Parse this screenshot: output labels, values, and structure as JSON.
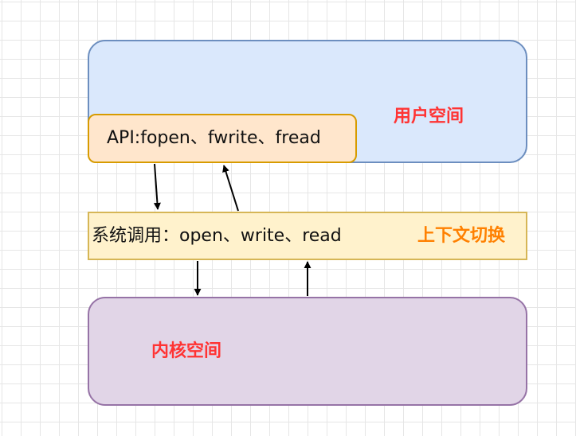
{
  "user_space": {
    "label": "用户空间"
  },
  "api": {
    "label": "API:fopen、fwrite、fread"
  },
  "syscall": {
    "label": "系统调用：open、write、read",
    "context_switch_label": "上下文切换"
  },
  "kernel_space": {
    "label": "内核空间"
  },
  "colors": {
    "user_space_fill": "#dae8fc",
    "user_space_border": "#6c8ebf",
    "api_fill": "#ffe6cc",
    "api_border": "#d79b00",
    "syscall_fill": "#fff2cc",
    "syscall_border": "#d6b656",
    "kernel_fill": "#e1d5e7",
    "kernel_border": "#9673a6",
    "space_label_color": "#ff3333",
    "context_switch_color": "#ff8000"
  }
}
